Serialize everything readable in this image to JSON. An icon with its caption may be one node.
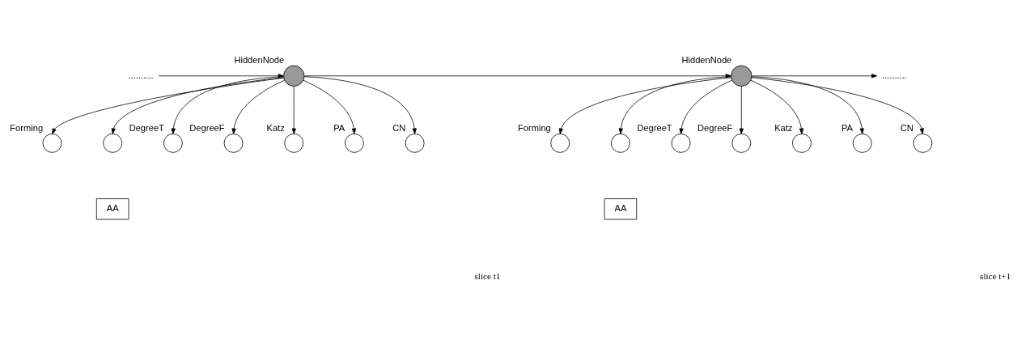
{
  "diagram": {
    "nodes": [
      {
        "text": [
          ".........."
        ]
      },
      {
        "text": [
          "HiddenNode"
        ]
      },
      {
        "text": [
          "Forming"
        ]
      },
      {
        "text": [],
        "shape": "circle"
      },
      {
        "text": [
          "AA"
        ]
      },
      {
        "text": [
          "DegreeT"
        ]
      },
      {
        "text": [
          "DegreeF"
        ]
      },
      {
        "text": [
          "Katz"
        ]
      },
      {
        "text": [
          "PA"
        ]
      },
      {
        "text": [
          "CN"
        ]
      },
      {
        "text": [
          "HiddenNode"
        ]
      },
      {
        "text": [
          "Forming"
        ]
      },
      {
        "text": [],
        "shape": "circle"
      },
      {
        "text": [
          "AA"
        ]
      },
      {
        "text": [
          "DegreeT"
        ]
      },
      {
        "text": [
          "DegreeF"
        ]
      },
      {
        "text": [
          "Katz"
        ]
      },
      {
        "text": [
          "PA"
        ]
      },
      {
        "text": [
          "CN"
        ]
      },
      {
        "text": [
          ".........."
        ]
      }
    ],
    "edges": [
      {
        "from": 0,
        "to": 1,
        "arrow": "to"
      },
      {
        "from": 1,
        "to": 2,
        "arrow": "to"
      },
      {
        "from": 1,
        "to": 3,
        "arrow": "to"
      },
      {
        "from": 1,
        "to": 5,
        "arrow": "to"
      },
      {
        "from": 1,
        "to": 6,
        "arrow": "to"
      },
      {
        "from": 1,
        "to": 7,
        "arrow": "to"
      },
      {
        "from": 1,
        "to": 8,
        "arrow": "to"
      },
      {
        "from": 1,
        "to": 9,
        "arrow": "to"
      },
      {
        "from": 1,
        "to": 10,
        "arrow": "to"
      },
      {
        "from": 10,
        "to": 11,
        "arrow": "to"
      },
      {
        "from": 10,
        "to": 12,
        "arrow": "to"
      },
      {
        "from": 10,
        "to": 14,
        "arrow": "to"
      },
      {
        "from": 10,
        "to": 15,
        "arrow": "to"
      },
      {
        "from": 10,
        "to": 16,
        "arrow": "to"
      },
      {
        "from": 10,
        "to": 17,
        "arrow": "to"
      },
      {
        "from": 10,
        "to": 18,
        "arrow": "to"
      },
      {
        "from": 10,
        "to": 19,
        "arrow": "to"
      }
    ],
    "labels": [
      "slice t1",
      "slice t+1"
    ]
  }
}
